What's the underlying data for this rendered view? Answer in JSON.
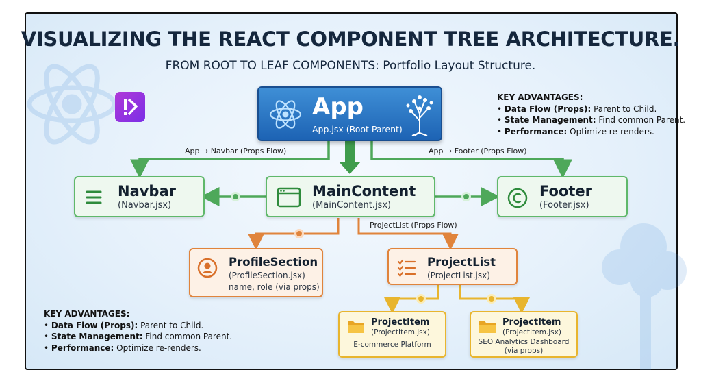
{
  "header": {
    "title": "VISUALIZING THE REACT COMPONENT TREE ARCHITECTURE.",
    "subtitle": "FROM ROOT TO LEAF COMPONENTS: Portfolio Layout Structure."
  },
  "nodes": {
    "app": {
      "title": "App",
      "file": "App.jsx (Root Parent)"
    },
    "navbar": {
      "title": "Navbar",
      "file": "(Navbar.jsx)"
    },
    "main": {
      "title": "MainContent",
      "file": "(MainContent.jsx)"
    },
    "footer": {
      "title": "Footer",
      "file": "(Footer.jsx)"
    },
    "profile": {
      "title": "ProfileSection",
      "file": "(ProfileSection.jsx)",
      "note": "name, role (via props)"
    },
    "projectlist": {
      "title": "ProjectList",
      "file": "(ProjectList.jsx)"
    },
    "item1": {
      "title": "ProjectItem",
      "file": "(ProjectItem.jsx)",
      "note": "E-commerce Platform"
    },
    "item2": {
      "title": "ProjectItem",
      "file": "(ProjectItem.jsx)",
      "note1": "SEO Analytics Dashboard",
      "note2": "(via props)"
    }
  },
  "edges": {
    "app_navbar": "App → Navbar (Props Flow)",
    "app_footer": "App → Footer (Props Flow)",
    "main_projectlist": "ProjectList (Props Flow)"
  },
  "advantages": {
    "heading": "KEY ADVANTAGES:",
    "items": [
      {
        "term": "Data Flow (Props):",
        "text": " Parent to Child."
      },
      {
        "term": "State Management:",
        "text": " Find common Parent."
      },
      {
        "term": "Performance:",
        "text": " Optimize re-renders."
      }
    ]
  },
  "colors": {
    "green": "#5fb86a",
    "orange": "#e0843c",
    "yellow": "#e8b52e",
    "blue": "#1d63b4",
    "title": "#15273d"
  },
  "icons": [
    "react-atom-icon",
    "tree-icon",
    "menu-icon",
    "window-icon",
    "copyright-icon",
    "user-icon",
    "checklist-icon",
    "folder-icon",
    "app-logo-icon"
  ]
}
